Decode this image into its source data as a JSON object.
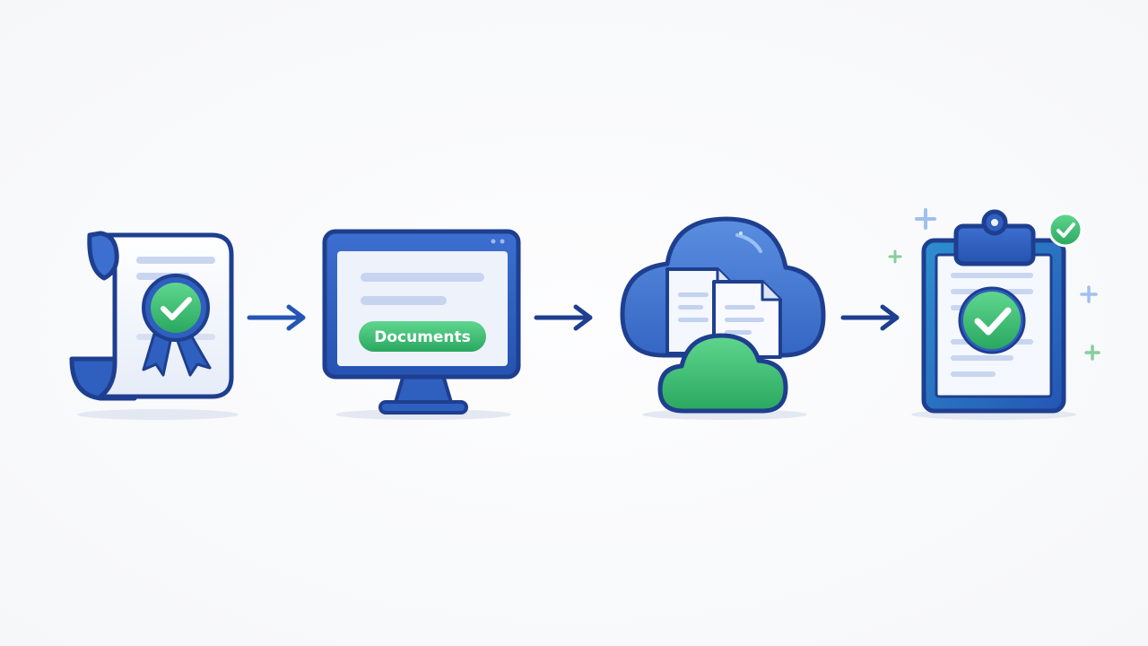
{
  "steps": [
    {
      "id": "certificate",
      "icon": "certificate-scroll-icon"
    },
    {
      "id": "computer",
      "icon": "computer-monitor-icon",
      "button_label": "Documents"
    },
    {
      "id": "cloud",
      "icon": "cloud-documents-icon"
    },
    {
      "id": "clipboard",
      "icon": "clipboard-check-icon"
    }
  ],
  "connectors": [
    "arrow-right-icon",
    "arrow-right-icon",
    "arrow-right-icon"
  ],
  "colors": {
    "primary_blue": "#2f5fbf",
    "dark_blue": "#1e3f8f",
    "light_blue": "#dbe5f6",
    "accent_green": "#2dbb6b",
    "dark_green": "#1a8a4a",
    "background": "#fbfbfc"
  }
}
